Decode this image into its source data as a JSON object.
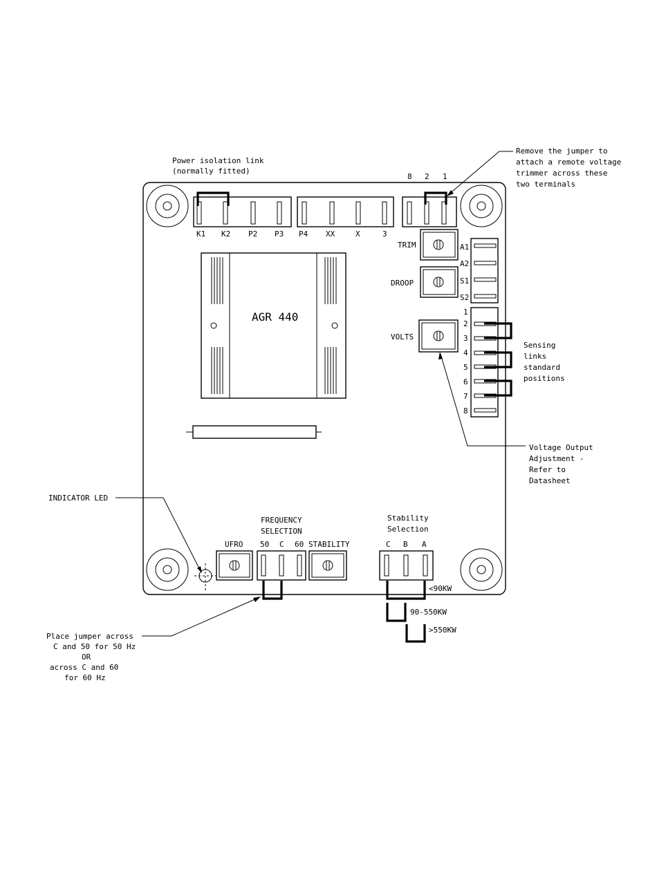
{
  "board": {
    "model": "AGR 440"
  },
  "callouts": {
    "power_isolation": [
      "Power isolation link",
      "(normally fitted)"
    ],
    "remove_jumper": [
      "Remove the jumper to",
      "attach a remote voltage",
      "trimmer across these",
      "two terminals"
    ],
    "sensing_links": [
      "Sensing",
      "links",
      "standard",
      "positions"
    ],
    "voltage_output": [
      "Voltage Output",
      "Adjustment -",
      "Refer to",
      "Datasheet"
    ],
    "indicator_led": "INDICATOR LED",
    "frequency_selection": [
      "FREQUENCY",
      "SELECTION"
    ],
    "stability_selection": [
      "Stability",
      "Selection"
    ],
    "place_jumper": [
      "Place jumper across",
      "C and 50 for 50 Hz",
      "OR",
      "across C and 60",
      "for 60 Hz"
    ]
  },
  "terminals": {
    "top_left": [
      "K1",
      "K2",
      "P2",
      "P3"
    ],
    "top_mid": [
      "P4",
      "XX",
      "X",
      "3"
    ],
    "top_right": [
      "8",
      "2",
      "1"
    ],
    "trim_side": [
      "A1",
      "A2",
      "S1",
      "S2"
    ],
    "sensing": [
      "1",
      "2",
      "3",
      "4",
      "5",
      "6",
      "7",
      "8"
    ],
    "frequency": [
      "50",
      "C",
      "60"
    ],
    "stability": [
      "C",
      "B",
      "A"
    ]
  },
  "pots": {
    "trim": "TRIM",
    "droop": "DROOP",
    "volts": "VOLTS",
    "ufro": "UFRO",
    "stability": "STABILITY"
  },
  "kw_ranges": [
    "<90KW",
    "90-550KW",
    ">550KW"
  ]
}
